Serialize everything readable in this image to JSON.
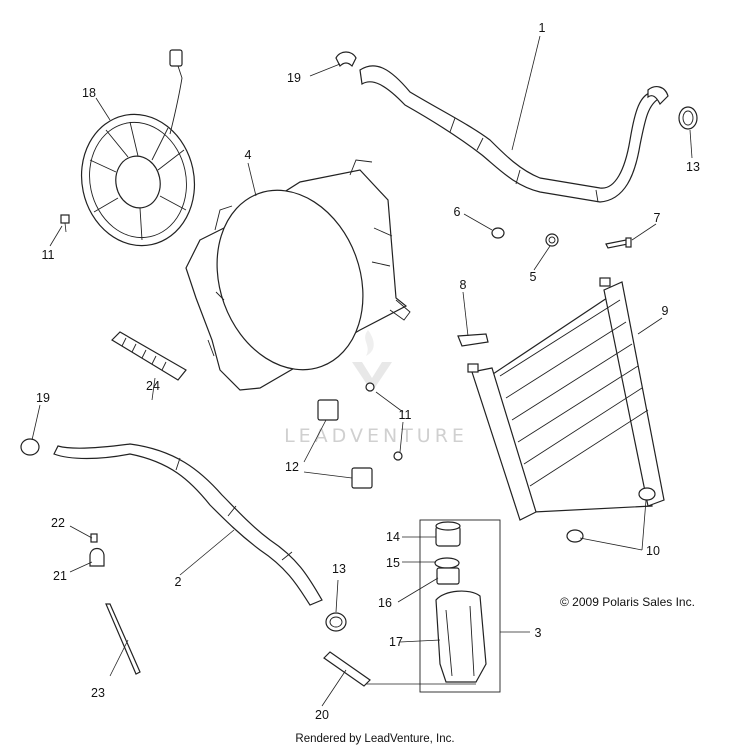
{
  "callouts": {
    "n1": "1",
    "n2": "2",
    "n3": "3",
    "n4": "4",
    "n5": "5",
    "n6": "6",
    "n7": "7",
    "n8": "8",
    "n9": "9",
    "n10": "10",
    "n11a": "11",
    "n11b": "11",
    "n12": "12",
    "n13a": "13",
    "n13b": "13",
    "n14": "14",
    "n15": "15",
    "n16": "16",
    "n17": "17",
    "n18": "18",
    "n19a": "19",
    "n19b": "19",
    "n20": "20",
    "n21": "21",
    "n22": "22",
    "n23": "23",
    "n24": "24"
  },
  "copyright": "© 2009 Polaris Sales Inc.",
  "watermark": "LEADVENTURE",
  "footer": "Rendered by LeadVenture, Inc."
}
